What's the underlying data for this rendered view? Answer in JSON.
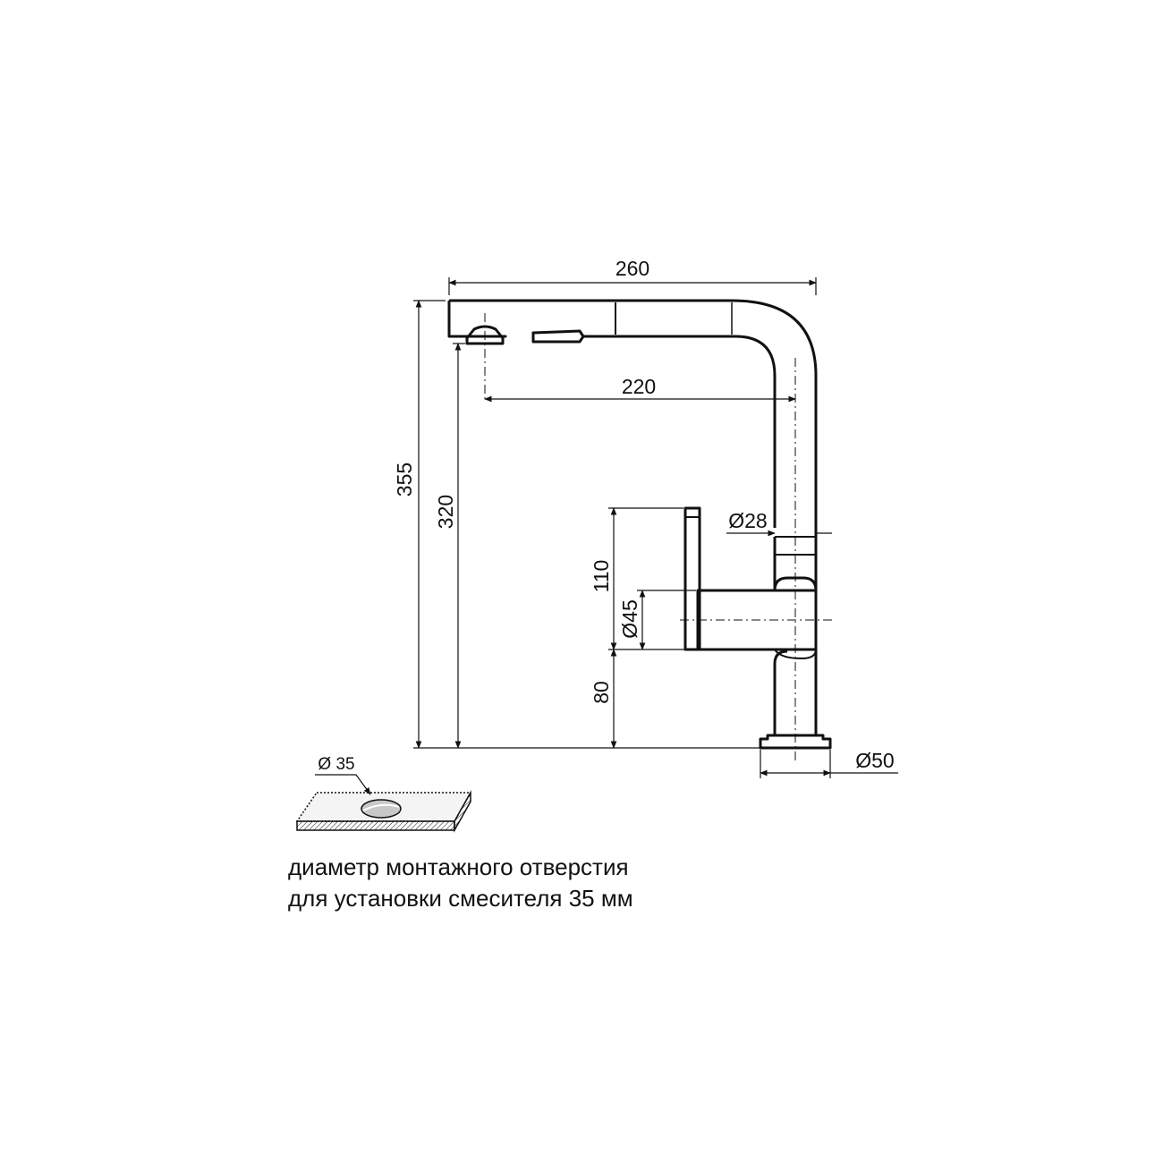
{
  "dimensions": {
    "total_width": "260",
    "spout_reach": "220",
    "total_height": "355",
    "spout_height": "320",
    "handle_height": "110",
    "body_diameter": "Ø45",
    "base_height": "80",
    "pipe_diameter": "Ø28",
    "base_diameter": "Ø50"
  },
  "mounting": {
    "hole_label": "Ø 35",
    "note_line1": "диаметр монтажного отверстия",
    "note_line2": "для установки смесителя 35 мм"
  },
  "colors": {
    "line": "#111111",
    "hole_fill": "#c8c8c8",
    "countertop_fill": "#f4f4f4"
  }
}
